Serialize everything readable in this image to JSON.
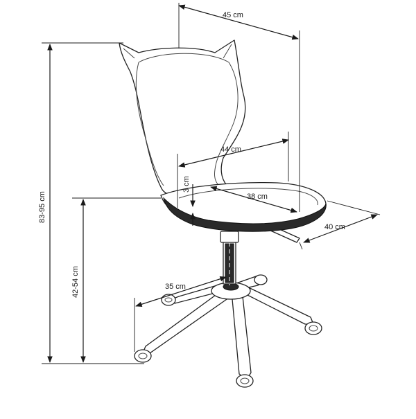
{
  "dimensions": {
    "width_top": "45 cm",
    "seat_width": "44 cm",
    "seat_depth": "38 cm",
    "seat_thickness": "3 cm",
    "seat_side": "40 cm",
    "base_radius": "35 cm",
    "total_height": "83-95 cm",
    "seat_height": "42-54 cm"
  }
}
